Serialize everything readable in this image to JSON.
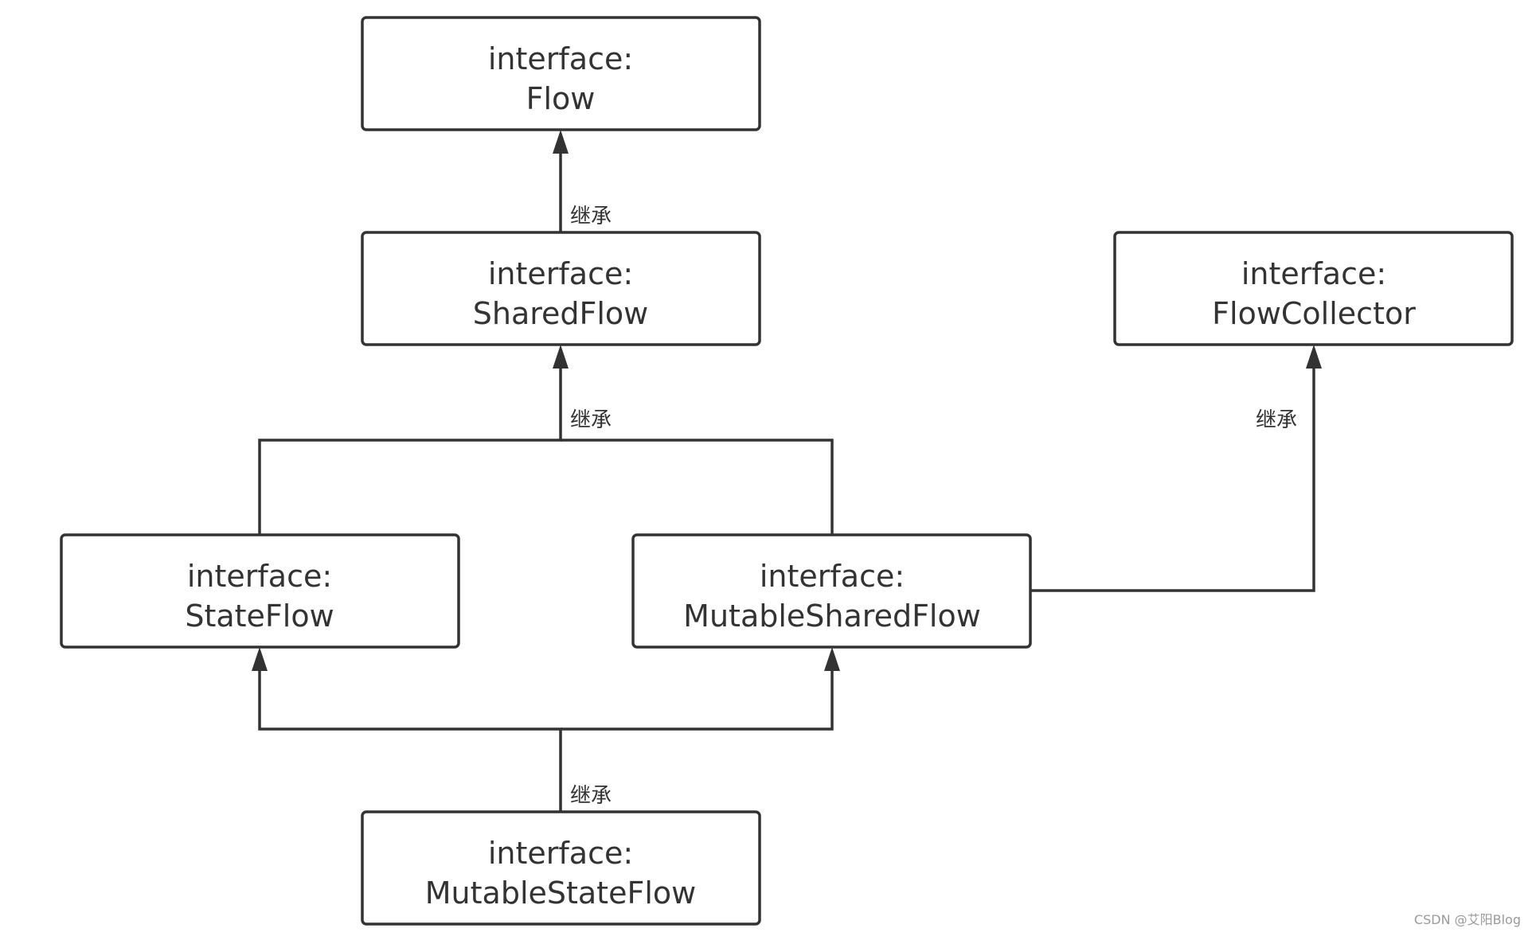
{
  "diagram": {
    "nodes": [
      {
        "id": "flow",
        "line1": "interface:",
        "line2": "Flow"
      },
      {
        "id": "sharedflow",
        "line1": "interface:",
        "line2": "SharedFlow"
      },
      {
        "id": "flowcollector",
        "line1": "interface:",
        "line2": "FlowCollector"
      },
      {
        "id": "stateflow",
        "line1": "interface:",
        "line2": "StateFlow"
      },
      {
        "id": "mutablesharedflow",
        "line1": "interface:",
        "line2": "MutableSharedFlow"
      },
      {
        "id": "mutablestateflow",
        "line1": "interface:",
        "line2": "MutableStateFlow"
      }
    ],
    "edges": [
      {
        "from": "sharedflow",
        "to": "flow",
        "label": "继承"
      },
      {
        "from": "stateflow",
        "to": "sharedflow",
        "label": "继承"
      },
      {
        "from": "mutablesharedflow",
        "to": "sharedflow",
        "label": ""
      },
      {
        "from": "mutablesharedflow",
        "to": "flowcollector",
        "label": "继承"
      },
      {
        "from": "mutablestateflow",
        "to": "stateflow",
        "label": "继承"
      },
      {
        "from": "mutablestateflow",
        "to": "mutablesharedflow",
        "label": ""
      }
    ]
  },
  "watermark": "CSDN @艾阳Blog",
  "colors": {
    "stroke": "#333333",
    "background": "#ffffff",
    "watermark": "#9a9a9a"
  }
}
